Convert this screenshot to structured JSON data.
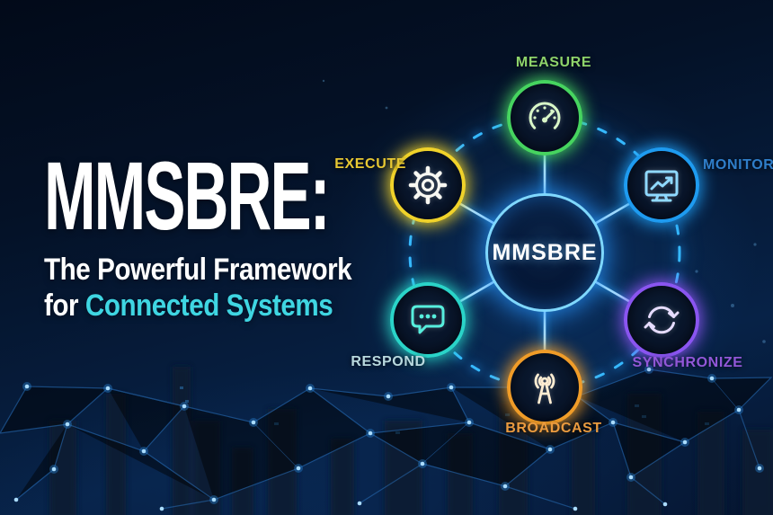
{
  "headline": {
    "title": "MMSBRE:",
    "subtitle_line1": "The Powerful Framework",
    "subtitle_line2_prefix": "for ",
    "subtitle_line2_highlight": "Connected Systems",
    "highlight_color": "#3fd6e2"
  },
  "diagram": {
    "center_label": "MMSBRE",
    "ring_color": "#36b9ff",
    "nodes": [
      {
        "id": "measure",
        "label": "MEASURE",
        "icon": "gauge-icon",
        "color": "#46d45f",
        "icon_color": "#d9f7c8",
        "label_color": "#8ed36a"
      },
      {
        "id": "monitor",
        "label": "MONITOR",
        "icon": "monitor-chart-icon",
        "color": "#1e9bf0",
        "icon_color": "#8fd9ff",
        "label_color": "#2f7ec9"
      },
      {
        "id": "synchronize",
        "label": "SYNCHRONIZE",
        "icon": "sync-arrows-icon",
        "color": "#8a55f0",
        "icon_color": "#e6dcff",
        "label_color": "#9257d8"
      },
      {
        "id": "broadcast",
        "label": "BROADCAST",
        "icon": "broadcast-antenna-icon",
        "color": "#f09c28",
        "icon_color": "#ffedd2",
        "label_color": "#eb9b3f"
      },
      {
        "id": "respond",
        "label": "RESPOND",
        "icon": "chat-bubble-icon",
        "color": "#2ad4c8",
        "icon_color": "#56eedd",
        "label_color": "#b9d9de"
      },
      {
        "id": "execute",
        "label": "EXECUTE",
        "icon": "gear-icon",
        "color": "#f0d22a",
        "icon_color": "#f8f8f2",
        "label_color": "#e8c832"
      }
    ]
  },
  "background": {
    "base_color": "#041126",
    "mesh_accent_color": "#2f7fd0",
    "node_dot_color": "#aadcff"
  }
}
